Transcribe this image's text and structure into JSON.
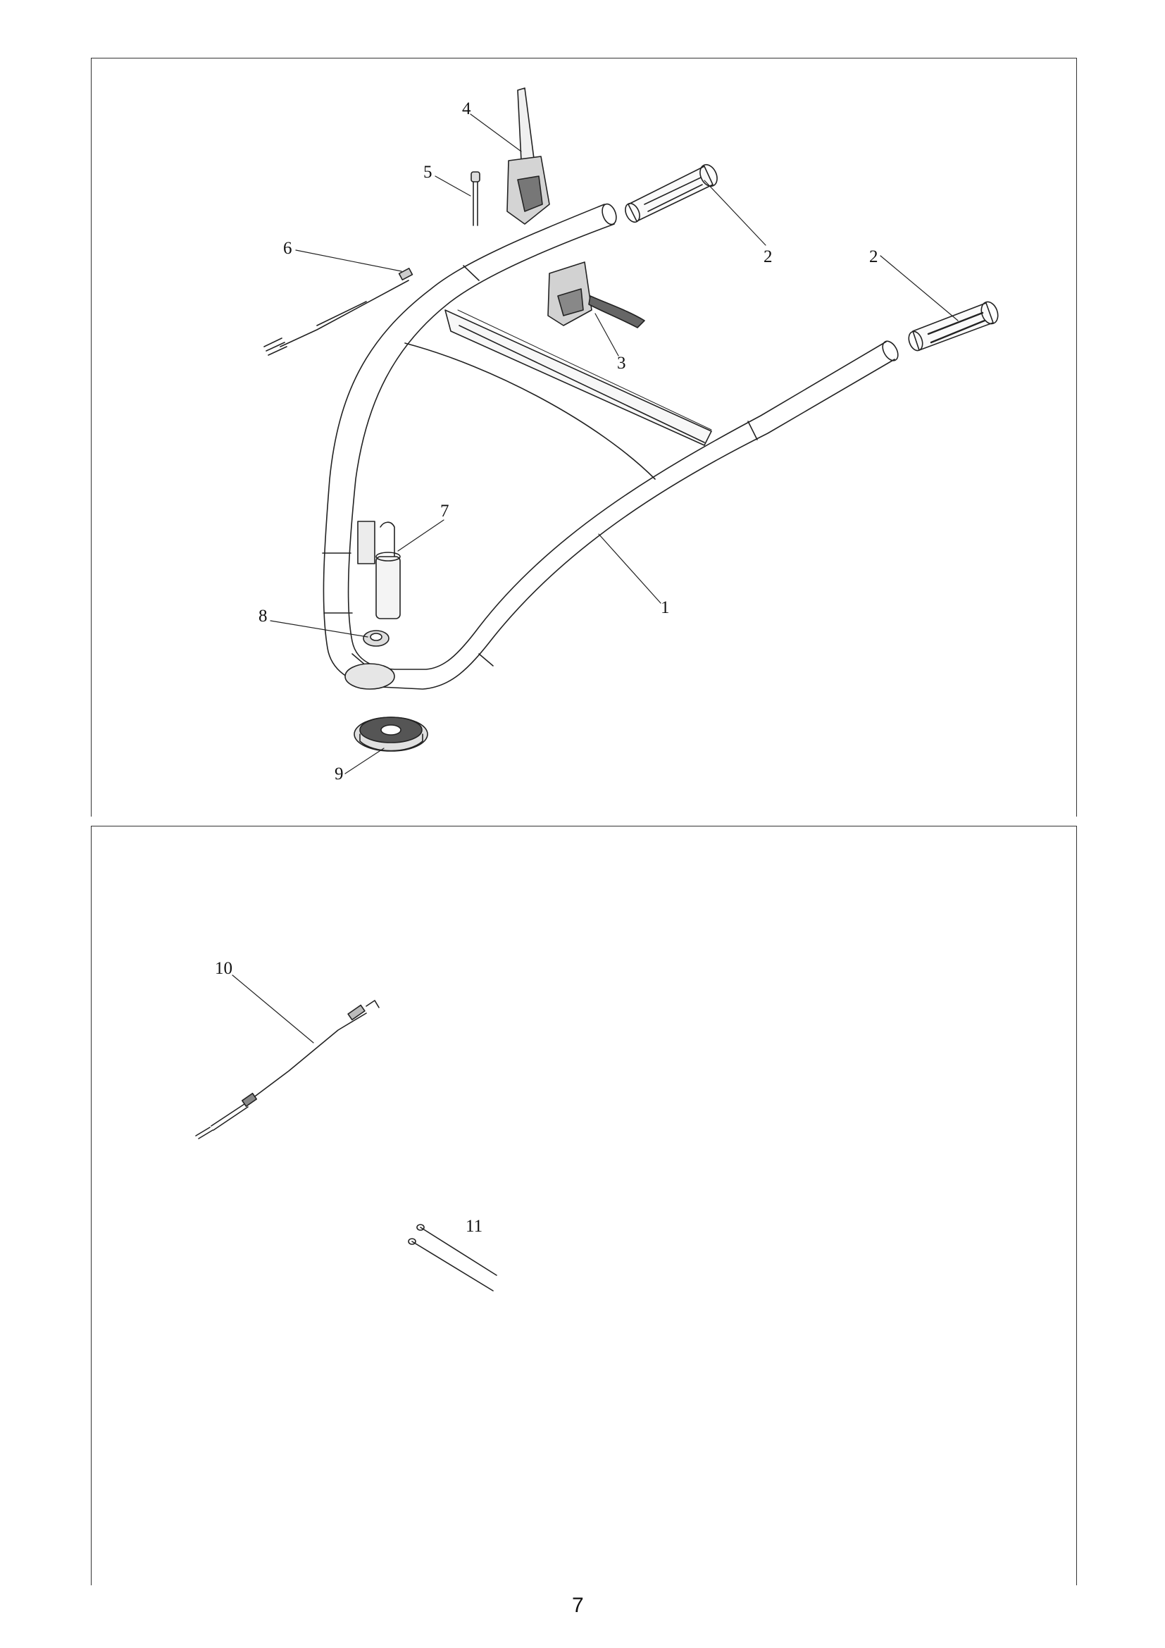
{
  "page": {
    "number": "7"
  },
  "diagram_top": {
    "callouts": [
      {
        "id": "4",
        "label": "4",
        "part": "throttle-lever"
      },
      {
        "id": "5",
        "label": "5",
        "part": "bolt"
      },
      {
        "id": "6",
        "label": "6",
        "part": "control-cable"
      },
      {
        "id": "2a",
        "label": "2",
        "part": "handle-grip"
      },
      {
        "id": "2b",
        "label": "2",
        "part": "handle-grip"
      },
      {
        "id": "3",
        "label": "3",
        "part": "clutch-lever"
      },
      {
        "id": "7",
        "label": "7",
        "part": "support-post"
      },
      {
        "id": "1",
        "label": "1",
        "part": "handlebar-frame"
      },
      {
        "id": "8",
        "label": "8",
        "part": "nut"
      },
      {
        "id": "9",
        "label": "9",
        "part": "adjustment-plate"
      }
    ]
  },
  "diagram_bottom": {
    "callouts": [
      {
        "id": "10",
        "label": "10",
        "part": "cable"
      },
      {
        "id": "11",
        "label": "11",
        "part": "cable-ties"
      }
    ]
  },
  "colors": {
    "line": "#222222",
    "fill_light": "#f2f2f2",
    "fill_mid": "#d6d6d6",
    "fill_dark": "#555555"
  }
}
